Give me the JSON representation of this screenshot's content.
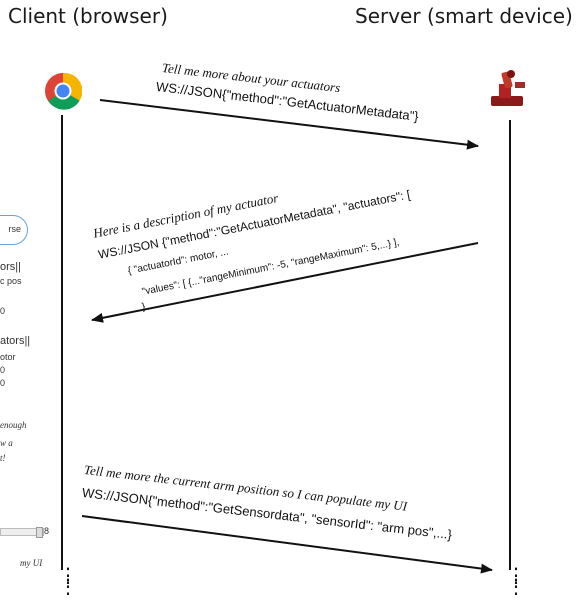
{
  "header": {
    "client_label": "Client (browser)",
    "server_label": "Server (smart device)"
  },
  "icons": {
    "client": "chrome-browser-icon",
    "server": "robot-arm-icon"
  },
  "messages": [
    {
      "direction": "client-to-server",
      "caption": "Tell me more about your actuators",
      "lines": [
        "WS://JSON{\"method\":\"GetActuatorMetadata\"}"
      ]
    },
    {
      "direction": "server-to-client",
      "caption": "Here is a description of my actuator",
      "lines": [
        "WS://JSON {\"method\":\"GetActuatorMetadata\", \"actuators\": [",
        "{ \"actuatorId\": motor, ...",
        "\"values\": [ {...\"rangeMinimum\": -5, \"rangeMaximum\": 5,...} ],",
        "}"
      ]
    },
    {
      "direction": "client-to-server",
      "caption": "Tell me more the current arm position so I can populate my UI",
      "lines": [
        "WS://JSON{\"method\":\"GetSensordata\", \"sensorId\": \"arm pos\",...}"
      ]
    }
  ],
  "client_ui_fragment": {
    "bubble": "rse",
    "lines": [
      "ors||",
      "c pos",
      "0",
      "ators||",
      "otor",
      "0",
      "0"
    ],
    "notes": [
      "enough",
      "w a",
      "t!"
    ],
    "slider_value": "8",
    "footer_note": "my UI"
  },
  "colors": {
    "line": "#111111",
    "bubble_border": "#6aa0d8"
  }
}
